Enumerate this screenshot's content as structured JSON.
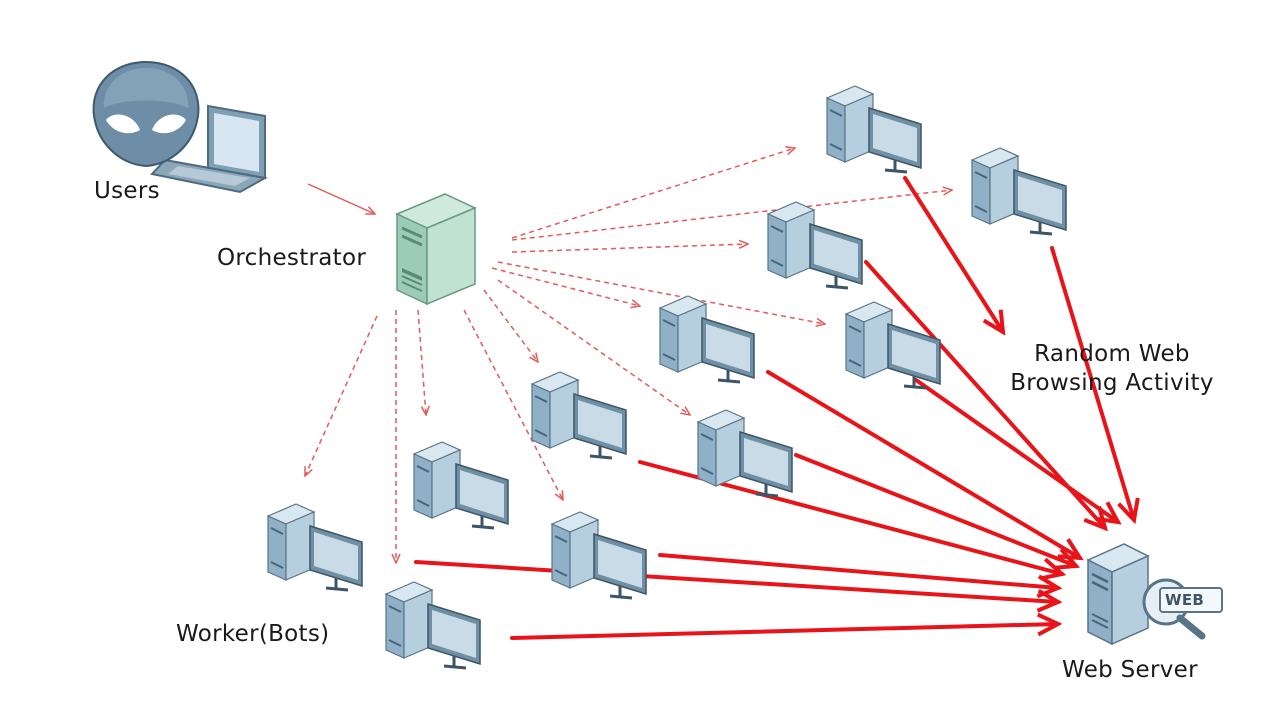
{
  "labels": {
    "users": "Users",
    "orchestrator": "Orchestrator",
    "activity_line1": "Random Web",
    "activity_line2": "Browsing Activity",
    "workers": "Worker(Bots)",
    "web_server": "Web Server",
    "web_badge": "WEB"
  },
  "colors": {
    "control_link": "#e25a5a",
    "attack_link": "#e8141a",
    "orchestrator_body": "#a9d6c0",
    "bot_body": "#9fc0d6",
    "user_avatar": "#6d8ea6"
  },
  "icons": {
    "users": "alien-user-laptop-icon",
    "orchestrator": "server-tower-icon",
    "bot": "desktop-computer-icon",
    "web_server": "web-server-icon"
  }
}
